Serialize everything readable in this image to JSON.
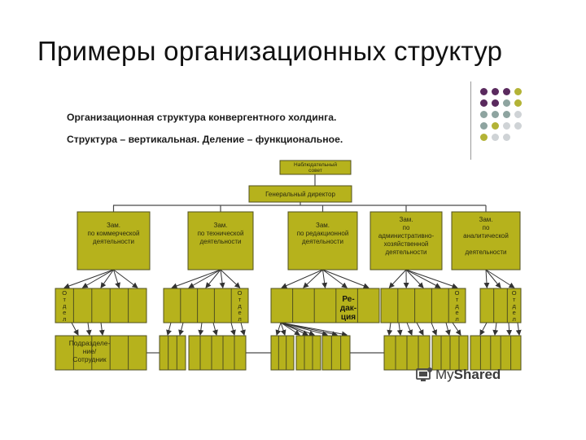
{
  "title": "Примеры организационных структур",
  "caption": {
    "line1": "Организационная структура конвергентного холдинга.",
    "line2": "Структура – вертикальная. Деление – функциональное."
  },
  "nodes": {
    "board": [
      "Наблюдательный",
      "совет"
    ],
    "ceo": [
      "Генеральный директор"
    ],
    "dep_commercial": [
      "Зам.",
      "по коммерческой",
      "деятельности"
    ],
    "dep_technical": [
      "Зам.",
      "по технической",
      "деятельности"
    ],
    "dep_editorial": [
      "Зам.",
      "по редакционной",
      "деятельности"
    ],
    "dep_admin": [
      "Зам.",
      "по",
      "административно-",
      "хозяйственной",
      "деятельности"
    ],
    "dep_analytic": [
      "Зам.",
      "по",
      "аналитической",
      "",
      "деятельности"
    ]
  },
  "labels": {
    "otdel": [
      "О",
      "т",
      "д",
      "е",
      "л"
    ],
    "redaktsiya": [
      "Ре-",
      "дак-",
      "ция"
    ],
    "subdivision": [
      "Подразделе-",
      "ние/",
      "Сотрудник"
    ]
  },
  "colors": {
    "fill": "#b6b21c",
    "stroke": "#505020",
    "line": "#4a4a4a",
    "dot_purple": "#5a2a5e",
    "dot_olive": "#b3b336",
    "dot_teal": "#8ea4a0",
    "dot_gray": "#cfd3d6"
  },
  "watermark": {
    "icon": "myshared-logo-icon",
    "text_a": "My",
    "text_b": "Shared"
  }
}
